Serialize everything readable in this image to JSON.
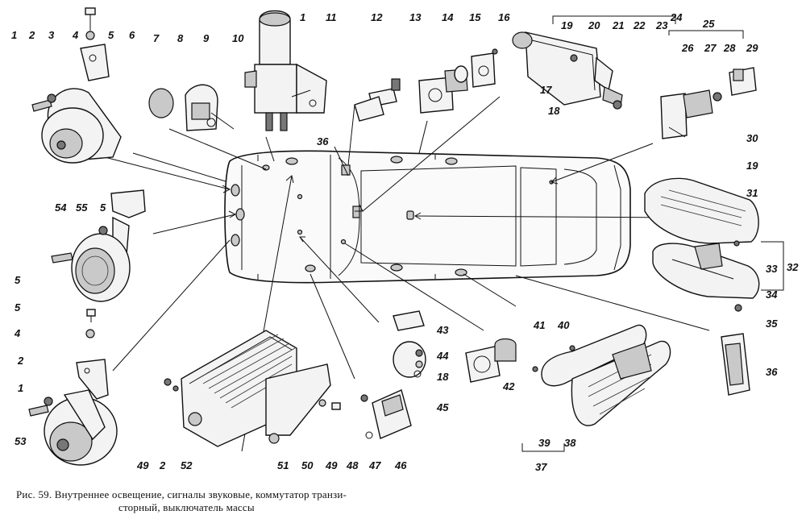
{
  "figure": {
    "caption_line1": "Рис. 59. Внутреннее освещение, сигналы звуковые, коммутатор транзи-",
    "caption_line2": "сторный, выключатель массы"
  },
  "callouts": [
    "1",
    "2",
    "3",
    "4",
    "5",
    "6",
    "7",
    "8",
    "9",
    "10",
    "11",
    "12",
    "13",
    "14",
    "15",
    "16",
    "17",
    "18",
    "19",
    "20",
    "21",
    "22",
    "23",
    "24",
    "25",
    "26",
    "27",
    "28",
    "29",
    "30",
    "19",
    "31",
    "32",
    "33",
    "34",
    "35",
    "36",
    "36",
    "54",
    "55",
    "5",
    "5",
    "5",
    "4",
    "2",
    "1",
    "53",
    "49",
    "2",
    "52",
    "51",
    "50",
    "49",
    "48",
    "47",
    "46",
    "43",
    "44",
    "18",
    "45",
    "42",
    "41",
    "40",
    "39",
    "38",
    "37",
    "1"
  ]
}
